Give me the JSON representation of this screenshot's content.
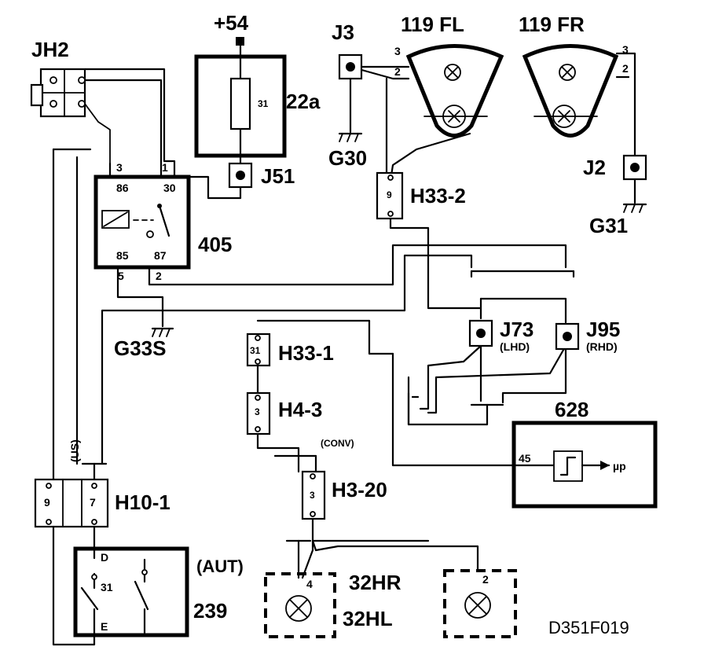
{
  "supply": {
    "label": "+54"
  },
  "components": {
    "jh2": {
      "label": "JH2"
    },
    "fuse": {
      "label": "22a",
      "pin": "31"
    },
    "j51": {
      "label": "J51"
    },
    "j3": {
      "label": "J3"
    },
    "g30": {
      "label": "G30"
    },
    "lamp_fl": {
      "label": "119 FL",
      "pin_top": "3",
      "pin_low": "2"
    },
    "lamp_fr": {
      "label": "119 FR",
      "pin_top": "3",
      "pin_low": "2"
    },
    "j2": {
      "label": "J2"
    },
    "g31": {
      "label": "G31"
    },
    "h33_2": {
      "label": "H33-2",
      "pin": "9"
    },
    "relay": {
      "label": "405",
      "pin_86": "86",
      "pin_30": "30",
      "pin_85": "85",
      "pin_87": "87",
      "w3": "3",
      "w1": "1",
      "w5": "5",
      "w2": "2"
    },
    "g33s": {
      "label": "G33S"
    },
    "h33_1": {
      "label": "H33-1",
      "pin": "31"
    },
    "h4_3": {
      "label": "H4-3",
      "pin": "3"
    },
    "conv": {
      "label": "(CONV)"
    },
    "j73": {
      "label": "J73",
      "sub": "(LHD)"
    },
    "j95": {
      "label": "J95",
      "sub": "(RHD)"
    },
    "ecu": {
      "label": "628",
      "pin": "45",
      "output": "µp"
    },
    "us": {
      "label": "(US)"
    },
    "h10_1": {
      "label": "H10-1",
      "pin_a": "9",
      "pin_b": "7"
    },
    "h3_20": {
      "label": "H3-20",
      "pin": "3"
    },
    "switch": {
      "label": "239",
      "term_d": "D",
      "term_31": "31",
      "term_e": "E"
    },
    "aut": {
      "label": "(AUT)"
    },
    "lamp_hl": {
      "label": "32HL",
      "pin": "4"
    },
    "lamp_hr": {
      "label": "32HR",
      "pin": "2"
    }
  },
  "figure_code": "D351F019"
}
